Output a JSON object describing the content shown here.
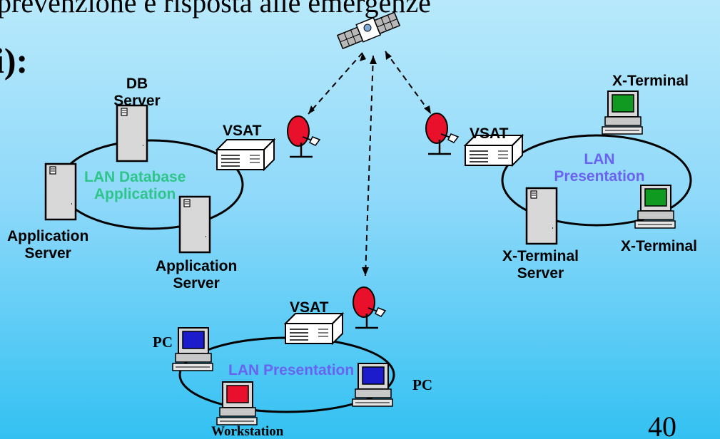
{
  "slide": {
    "title_line": "prevenzione e risposta alle emergenze",
    "title_prefix": "i):",
    "page_number": "40"
  },
  "labels": {
    "db_server": "DB\nServer",
    "vsat_left": "VSAT",
    "vsat_right": "VSAT",
    "vsat_bottom": "VSAT",
    "lan_database": "LAN Database\nApplication",
    "app_server_left": "Application\nServer",
    "app_server_bottom": "Application\nServer",
    "x_terminal_top": "X-Terminal",
    "lan_presentation_right": "LAN\nPresentation",
    "x_terminal_right": "X-Terminal",
    "x_terminal_server": "X-Terminal\nServer",
    "pc_left": "PC",
    "pc_right": "PC",
    "lan_presentation_bottom": "LAN Presentation",
    "workstation": "Workstation"
  },
  "colors": {
    "lan_green": "#2ec58a",
    "lan_blue": "#6a63f2",
    "dish_red": "#e8102a",
    "screen_green": "#119a22",
    "screen_blue": "#1c1ccc",
    "screen_red": "#e8102a"
  }
}
